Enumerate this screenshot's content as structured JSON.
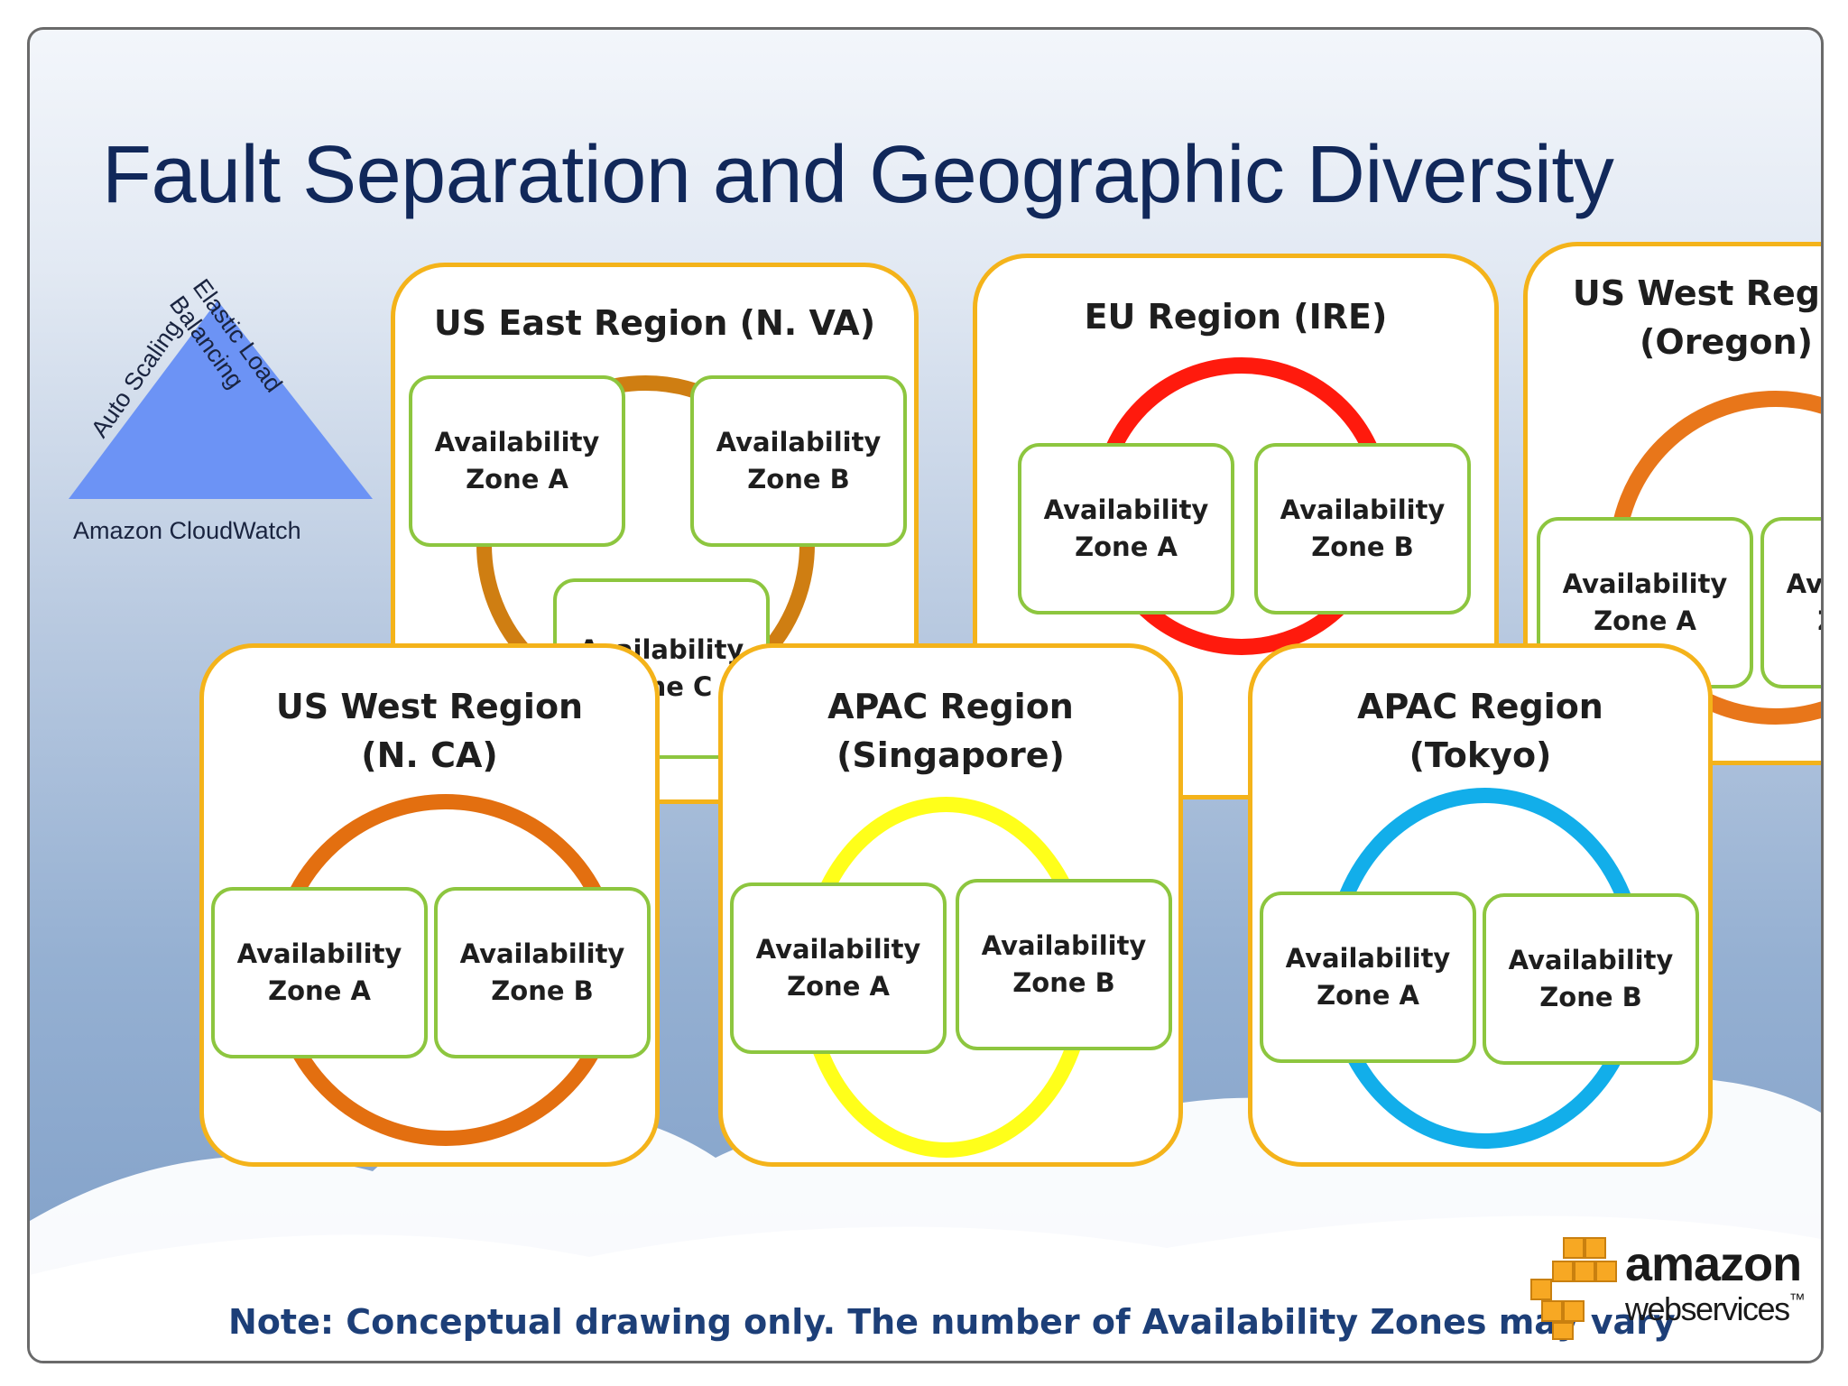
{
  "title": "Fault Separation and Geographic Diversity",
  "services_triangle": {
    "left_label": "Auto Scaling",
    "right_label": "Elastic Load\nBalancing",
    "bottom_label": "Amazon CloudWatch",
    "color": "#6c93f5"
  },
  "regions": {
    "us_east": {
      "name": "US East Region (N. VA)",
      "ring_color": "#cf7e12",
      "zones": [
        "Availability\nZone A",
        "Availability\nZone B",
        "Availability\nZone C"
      ]
    },
    "eu": {
      "name": "EU Region (IRE)",
      "ring_color": "#ff1a0d",
      "zones": [
        "Availability\nZone A",
        "Availability\nZone B"
      ]
    },
    "us_west_oregon": {
      "name": "US West Region\n(Oregon)",
      "ring_color": "#e8761a",
      "zones": [
        "Availability\nZone A",
        "Availability\nZone B"
      ]
    },
    "us_west_ca": {
      "name": "US West Region\n(N. CA)",
      "ring_color": "#e36f10",
      "zones": [
        "Availability\nZone A",
        "Availability\nZone B"
      ]
    },
    "apac_singapore": {
      "name": "APAC Region\n(Singapore)",
      "ring_color": "#ffff1a",
      "zones": [
        "Availability\nZone A",
        "Availability\nZone B"
      ]
    },
    "apac_tokyo": {
      "name": "APAC Region\n(Tokyo)",
      "ring_color": "#12aeea",
      "zones": [
        "Availability\nZone A",
        "Availability\nZone B"
      ]
    }
  },
  "colors": {
    "region_border": "#f4b31a",
    "zone_border": "#8dc63f",
    "title": "#11285a",
    "note": "#1d3f78"
  },
  "note": "Note: Conceptual drawing only. The number of Availability Zones may vary",
  "logo": {
    "word": "amazon",
    "sub": "webservices",
    "tm": "™"
  }
}
